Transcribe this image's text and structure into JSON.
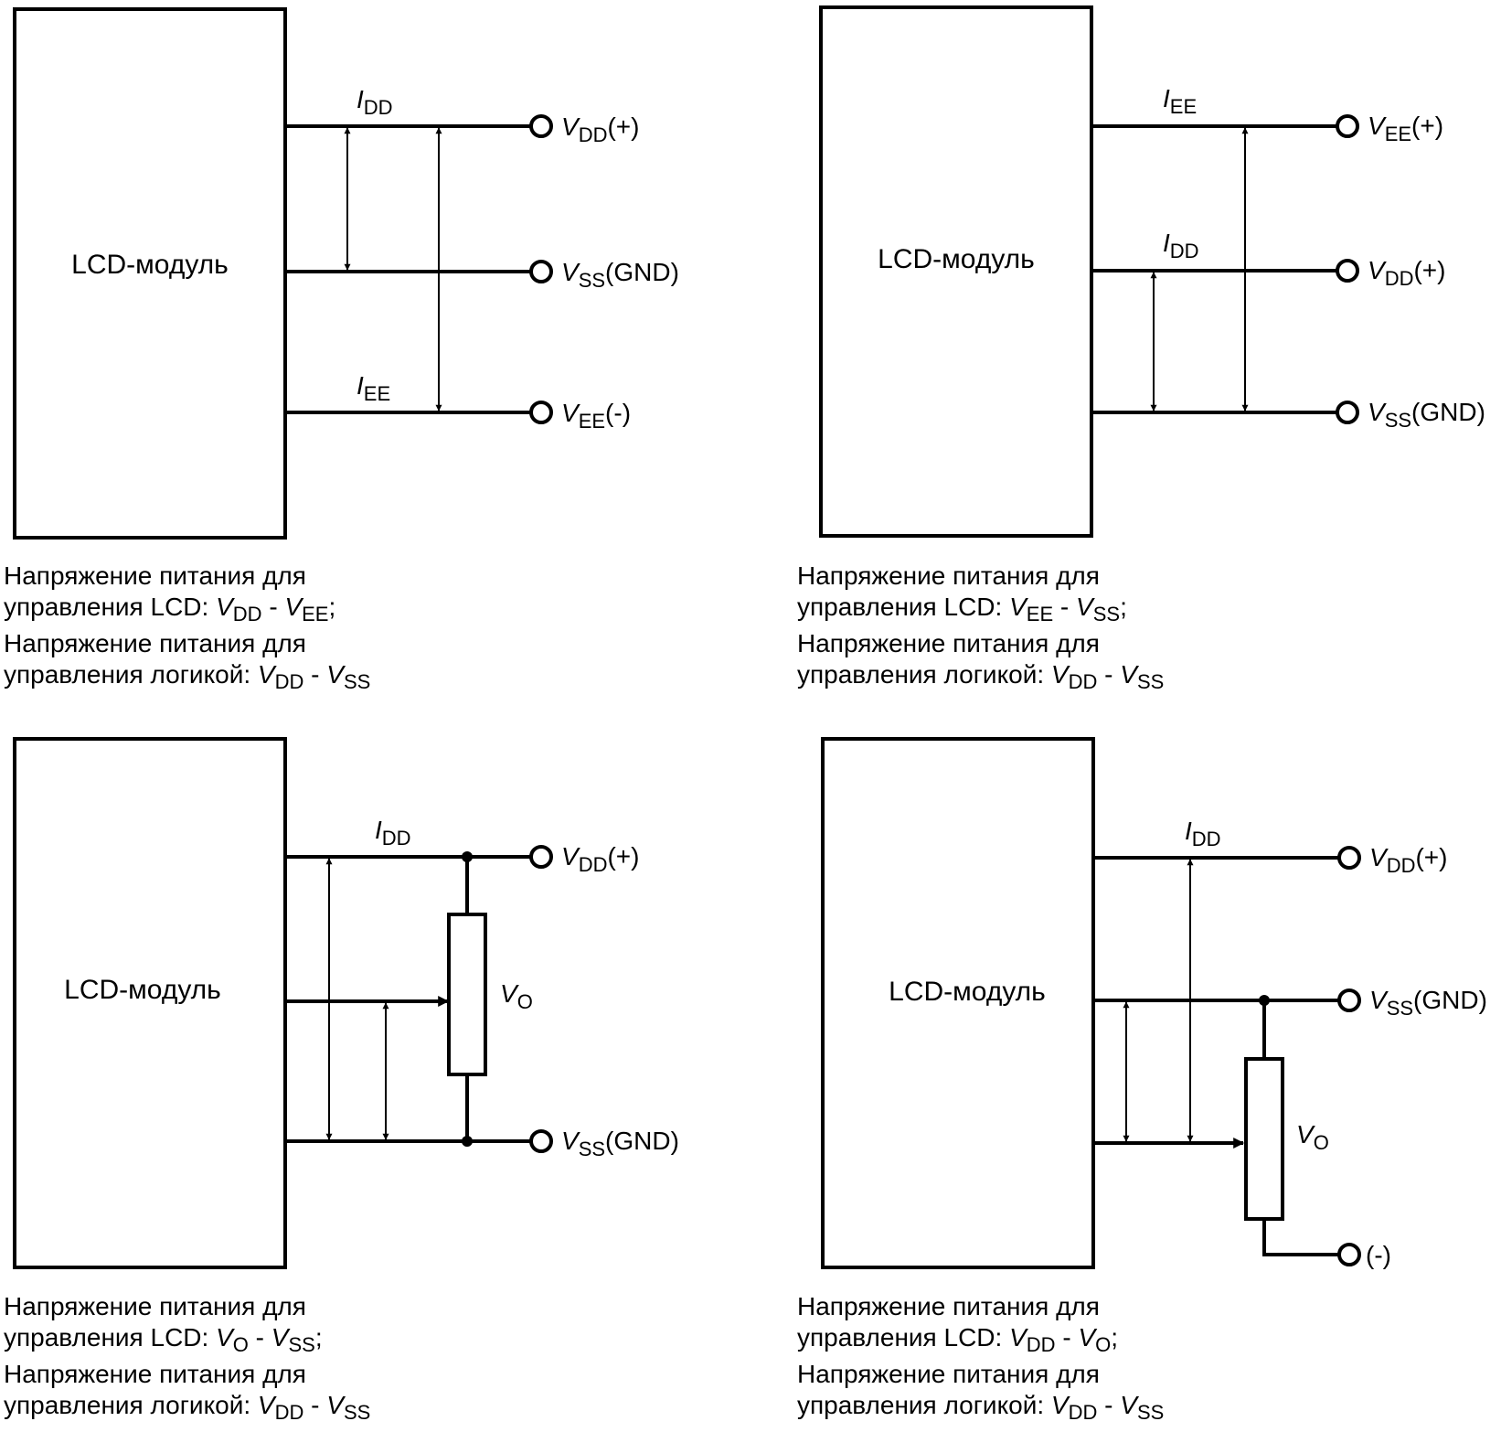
{
  "diagrams": [
    {
      "module_label": "LCD-модуль",
      "currents": [
        {
          "sym": "I",
          "sub": "DD"
        },
        {
          "sym": "I",
          "sub": "EE"
        }
      ],
      "terminals": [
        {
          "sym": "V",
          "sub": "DD",
          "suffix": "(+)"
        },
        {
          "sym": "V",
          "sub": "SS",
          "suffix": "(GND)"
        },
        {
          "sym": "V",
          "sub": "EE",
          "suffix": "(-)"
        }
      ],
      "caption": {
        "line1": "Напряжение питания для",
        "line2_prefix": "управления LCD: ",
        "line2_a": {
          "sym": "V",
          "sub": "DD"
        },
        "line2_b": {
          "sym": "V",
          "sub": "EE"
        },
        "line2_end": ";",
        "line3": "Напряжение питания для",
        "line4_prefix": "управления логикой: ",
        "line4_a": {
          "sym": "V",
          "sub": "DD"
        },
        "line4_b": {
          "sym": "V",
          "sub": "SS"
        },
        "line4_end": ""
      }
    },
    {
      "module_label": "LCD-модуль",
      "currents": [
        {
          "sym": "I",
          "sub": "EE"
        },
        {
          "sym": "I",
          "sub": "DD"
        }
      ],
      "terminals": [
        {
          "sym": "V",
          "sub": "EE",
          "suffix": "(+)"
        },
        {
          "sym": "V",
          "sub": "DD",
          "suffix": "(+)"
        },
        {
          "sym": "V",
          "sub": "SS",
          "suffix": "(GND)"
        }
      ],
      "caption": {
        "line1": "Напряжение питания для",
        "line2_prefix": "управления LCD: ",
        "line2_a": {
          "sym": "V",
          "sub": "EE"
        },
        "line2_b": {
          "sym": "V",
          "sub": "SS"
        },
        "line2_end": ";",
        "line3": "Напряжение питания для",
        "line4_prefix": "управления логикой: ",
        "line4_a": {
          "sym": "V",
          "sub": "DD"
        },
        "line4_b": {
          "sym": "V",
          "sub": "SS"
        },
        "line4_end": ""
      }
    },
    {
      "module_label": "LCD-модуль",
      "currents": [
        {
          "sym": "I",
          "sub": "DD"
        }
      ],
      "terminals": [
        {
          "sym": "V",
          "sub": "DD",
          "suffix": "(+)"
        },
        {
          "sym": "V",
          "sub": "SS",
          "suffix": "(GND)"
        }
      ],
      "resistor": {
        "sym": "V",
        "sub": "O"
      },
      "caption": {
        "line1": "Напряжение питания для",
        "line2_prefix": "управления LCD: ",
        "line2_a": {
          "sym": "V",
          "sub": "O"
        },
        "line2_b": {
          "sym": "V",
          "sub": "SS"
        },
        "line2_end": ";",
        "line3": "Напряжение питания для",
        "line4_prefix": "управления логикой: ",
        "line4_a": {
          "sym": "V",
          "sub": "DD"
        },
        "line4_b": {
          "sym": "V",
          "sub": "SS"
        },
        "line4_end": ""
      }
    },
    {
      "module_label": "LCD-модуль",
      "currents": [
        {
          "sym": "I",
          "sub": "DD"
        }
      ],
      "terminals": [
        {
          "sym": "V",
          "sub": "DD",
          "suffix": "(+)"
        },
        {
          "sym": "V",
          "sub": "SS",
          "suffix": "(GND)"
        },
        {
          "sym": "",
          "sub": "",
          "suffix": "(-)"
        }
      ],
      "resistor": {
        "sym": "V",
        "sub": "O"
      },
      "caption": {
        "line1": "Напряжение питания для",
        "line2_prefix": "управления LCD: ",
        "line2_a": {
          "sym": "V",
          "sub": "DD"
        },
        "line2_b": {
          "sym": "V",
          "sub": "O"
        },
        "line2_end": ";",
        "line3": "Напряжение питания для",
        "line4_prefix": "управления логикой: ",
        "line4_a": {
          "sym": "V",
          "sub": "DD"
        },
        "line4_b": {
          "sym": "V",
          "sub": "SS"
        },
        "line4_end": ""
      }
    }
  ],
  "separator": " - "
}
